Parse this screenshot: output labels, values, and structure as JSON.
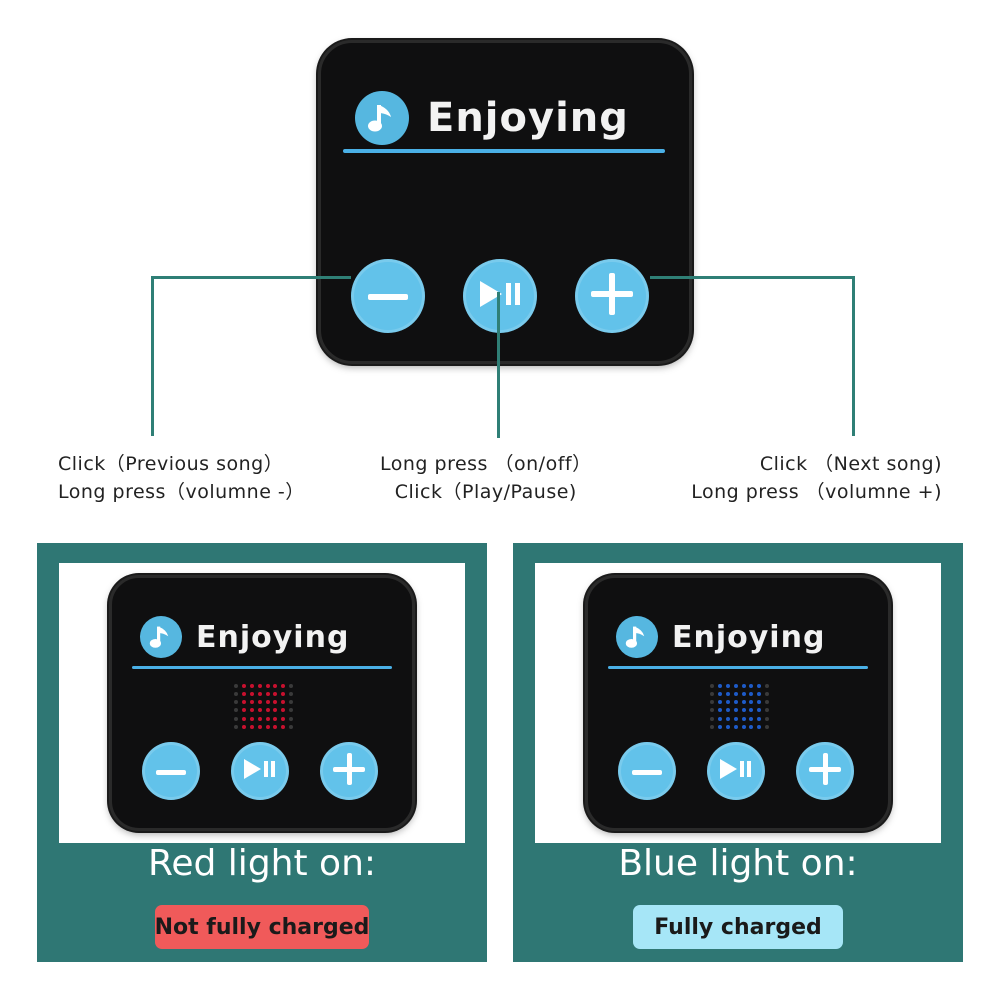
{
  "patch": {
    "title": "Enjoying"
  },
  "buttons": [
    {
      "id": "volume-down",
      "icon": "minus-icon"
    },
    {
      "id": "play-pause",
      "icon": "play-pause-icon"
    },
    {
      "id": "volume-up",
      "icon": "plus-icon"
    }
  ],
  "instructions": {
    "left": {
      "line1": "Click（Previous song）",
      "line2": "Long press（volumne -）"
    },
    "center": {
      "line1": "Long press （on/off）",
      "line2": "Click（Play/Pause)"
    },
    "right": {
      "line1": "Click （Next song)",
      "line2": "Long press （volumne +)"
    }
  },
  "charging": [
    {
      "heading": "Red light on:",
      "status": "Not fully charged",
      "led_color": "#c8102e",
      "badge_bg": "#f05a5a",
      "badge_fg": "#1a1a1a"
    },
    {
      "heading": "Blue light on:",
      "status": "Fully charged",
      "led_color": "#1e5bc8",
      "badge_bg": "#a6e6f7",
      "badge_fg": "#1a1a1a"
    }
  ],
  "colors": {
    "teal": "#2f7774",
    "button_blue": "#62c2ea",
    "accent_rule": "#4ab0e6"
  }
}
